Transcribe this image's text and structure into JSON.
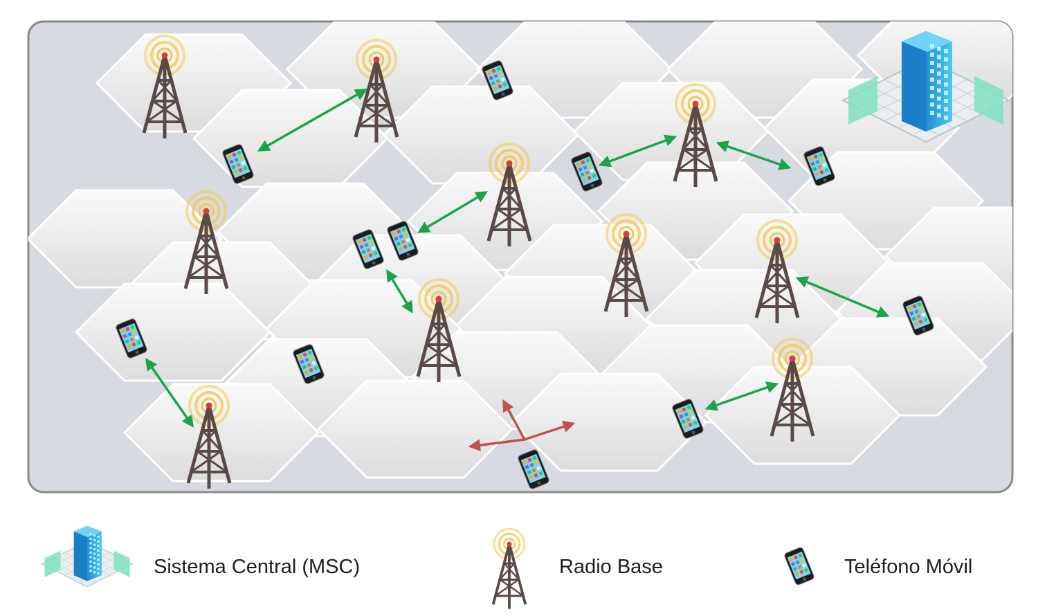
{
  "colors": {
    "panel_fill": "#d7dbe1",
    "panel_border": "#8a8a8a",
    "hex_fill": "#eeeeee",
    "hex_stroke": "#ffffff",
    "tower": "#5a4a47",
    "tower_tip": "#e23b2c",
    "signal_ring": "#f2c94c",
    "link_arrow": "#1aa34a",
    "handover_arrow": "#c0504d",
    "building": "#2ab0ec",
    "phone": "#1c1c1c"
  },
  "icons": {
    "msc": "building-icon",
    "base_station": "radio-tower-icon",
    "mobile": "mobile-phone-icon"
  },
  "legend": {
    "msc_label": "Sistema Central (MSC)",
    "base_label": "Radio Base",
    "phone_label": "Teléfono Móvil"
  }
}
